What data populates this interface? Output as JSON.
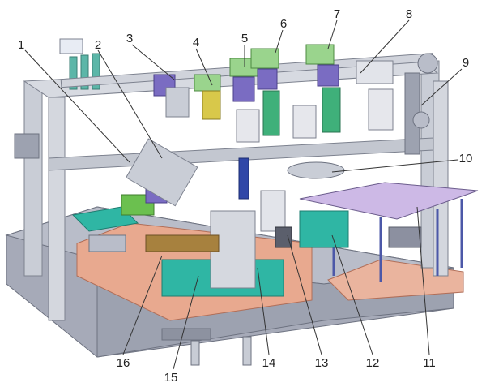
{
  "callouts": [
    "1",
    "2",
    "3",
    "4",
    "5",
    "6",
    "7",
    "8",
    "9",
    "10",
    "11",
    "12",
    "13",
    "14",
    "15",
    "16"
  ],
  "colors": {
    "frame": "#c9cdd6",
    "frame_dark": "#9aa0ad",
    "base": "#a6aab8",
    "orange_plate": "#e8a98f",
    "purple": "#7a6cc2",
    "green": "#3fb07a",
    "teal": "#2fb6a4",
    "lavender": "#cdb9e6",
    "yellow": "#d8c84a",
    "leader": "#333333"
  }
}
